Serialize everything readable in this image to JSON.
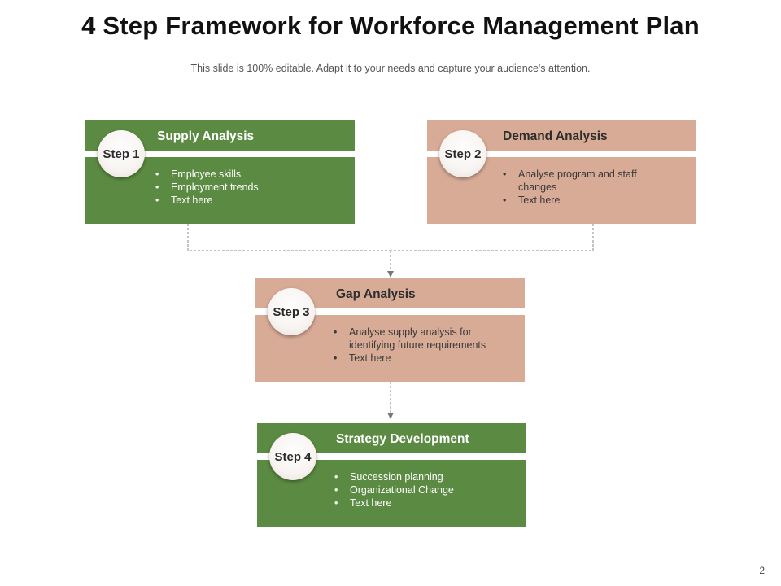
{
  "title": "4 Step Framework for Workforce Management Plan",
  "subtitle": "This slide is 100% editable. Adapt it to your needs and capture your audience's attention.",
  "steps": [
    {
      "label": "Step 1",
      "heading": "Supply Analysis",
      "color": "#5b8a42",
      "bullets": [
        "Employee skills",
        "Employment trends",
        "Text here"
      ]
    },
    {
      "label": "Step 2",
      "heading": "Demand Analysis",
      "color": "#d8ab96",
      "bullets": [
        "Analyse program and staff changes",
        "Text here"
      ]
    },
    {
      "label": "Step 3",
      "heading": "Gap Analysis",
      "color": "#d8ab96",
      "bullets": [
        "Analyse supply analysis for identifying future requirements",
        "Text here"
      ]
    },
    {
      "label": "Step 4",
      "heading": "Strategy Development",
      "color": "#5b8a42",
      "bullets": [
        "Succession planning",
        "Organizational Change",
        "Text here"
      ]
    }
  ],
  "page_number": "2"
}
